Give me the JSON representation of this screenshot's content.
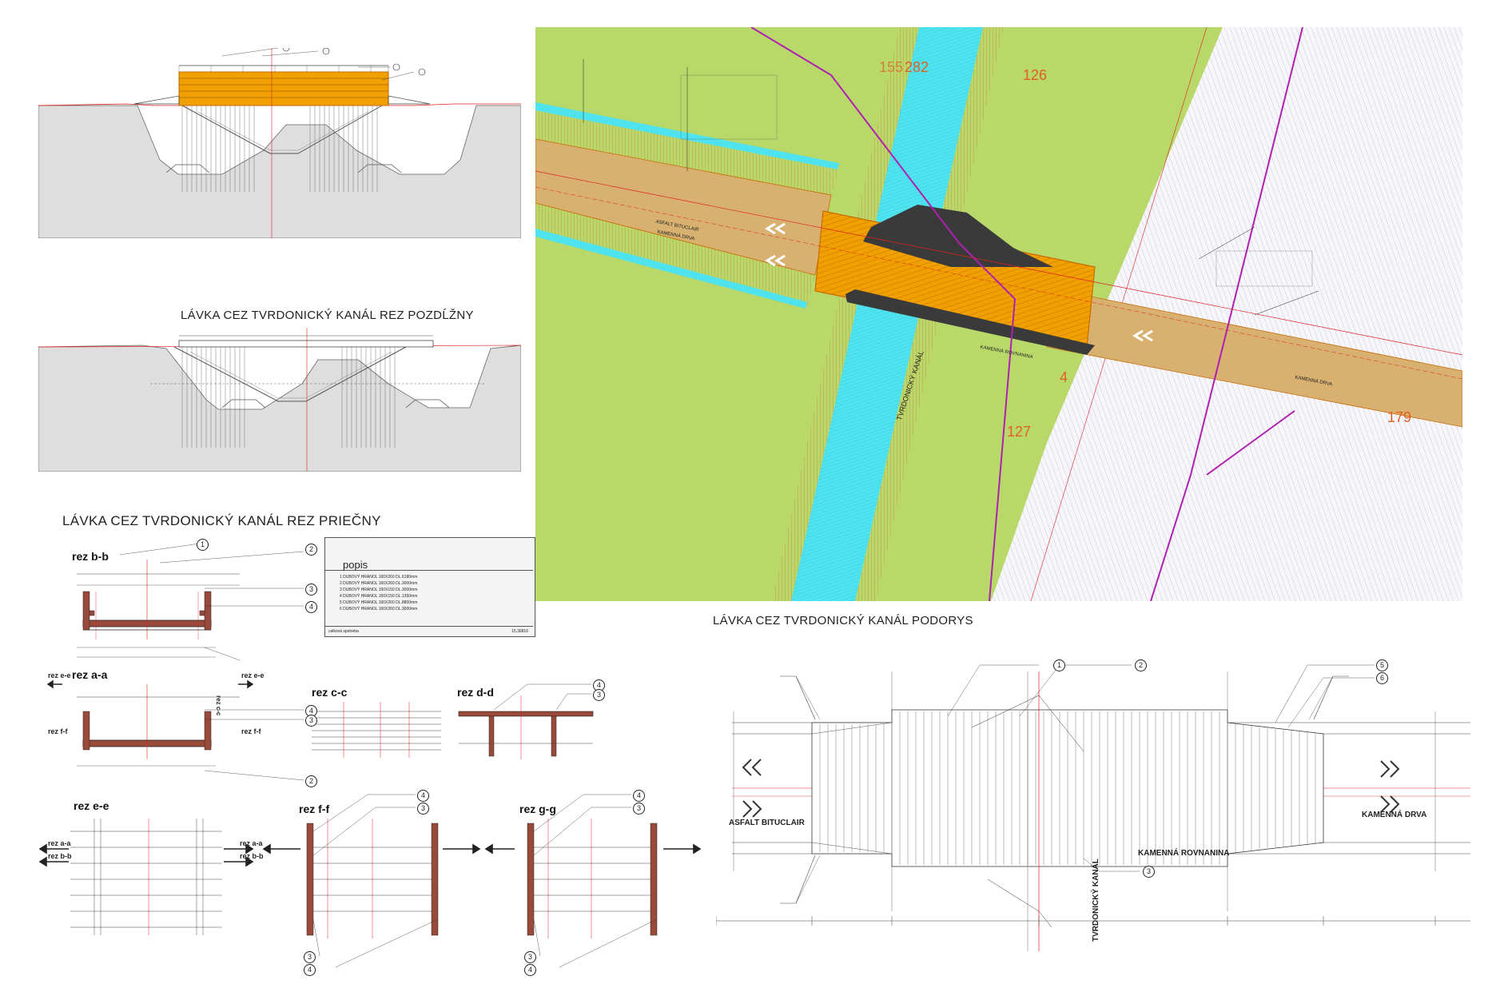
{
  "sheet": {
    "titles": {
      "longitudinal": "LÁVKA CEZ TVRDONICKÝ KANÁL REZ POZDĹŽNY",
      "cross": "LÁVKA CEZ TVRDONICKÝ KANÁL REZ PRIEČNY",
      "plan": "LÁVKA CEZ TVRDONICKÝ KANÁL PODORYS"
    },
    "sections": {
      "bb": "rez b-b",
      "aa": "rez a-a",
      "cc": "rez c-c",
      "dd": "rez d-d",
      "ee": "rez e-e",
      "ff": "rez f-f",
      "gg": "rez g-g"
    },
    "section_marks": {
      "aa": "rez a-a",
      "bb": "rez b-b",
      "cc": "rez c-c",
      "ee": "rez e-e",
      "ff": "rez f-f"
    },
    "callouts": [
      "1",
      "2",
      "3",
      "4",
      "5",
      "6"
    ],
    "table": {
      "header": "popis",
      "rows": [
        "1  DUBOVÝ HRANOL 160X260 DL.6180mm",
        "2  DUBOVÝ HRANOL 160X260 DL.3000mm",
        "3  DUBOVÝ HRANOL 150X150 DL.3000mm",
        "4  DUBOVÝ HRANOL 150X150 DL.1350mm",
        "5  DUBOVÝ HRANOL 160X260 DL.8800mm",
        "6  DUBOVÝ HRANOL 160X260 DL.3000mm"
      ],
      "total_label": "celková spotreba",
      "total_value": "15,36816"
    },
    "plan_labels": {
      "asphalt": "ASFALT BITUCLAIR",
      "stone_surface": "KAMENNÁ DRVA",
      "stone_riprap": "KAMENNÁ ROVNANINA",
      "canal": "TVRDONICKÝ KANÁL"
    },
    "site_labels": {
      "asphalt": "ASFALT BITUCLAIR",
      "stone": "KAMENNÁ DRVA",
      "stone_right": "KAMENNÁ DRVA",
      "riprap": "KAMENNÁ ROVNANINA",
      "canal": "TVRDONICKÝ KANÁL",
      "h1": "282",
      "h2": "126",
      "h3": "179",
      "h4": "127",
      "h5": "4",
      "h6": "155"
    },
    "colors": {
      "orange": "#f0a000",
      "orange_dark": "#c86a00",
      "green": "#b8d96a",
      "cyan": "#4fe3ef",
      "magenta": "#b01fb0",
      "red": "#e02020",
      "tan": "#d8b070",
      "deck_dark": "#333333"
    }
  }
}
